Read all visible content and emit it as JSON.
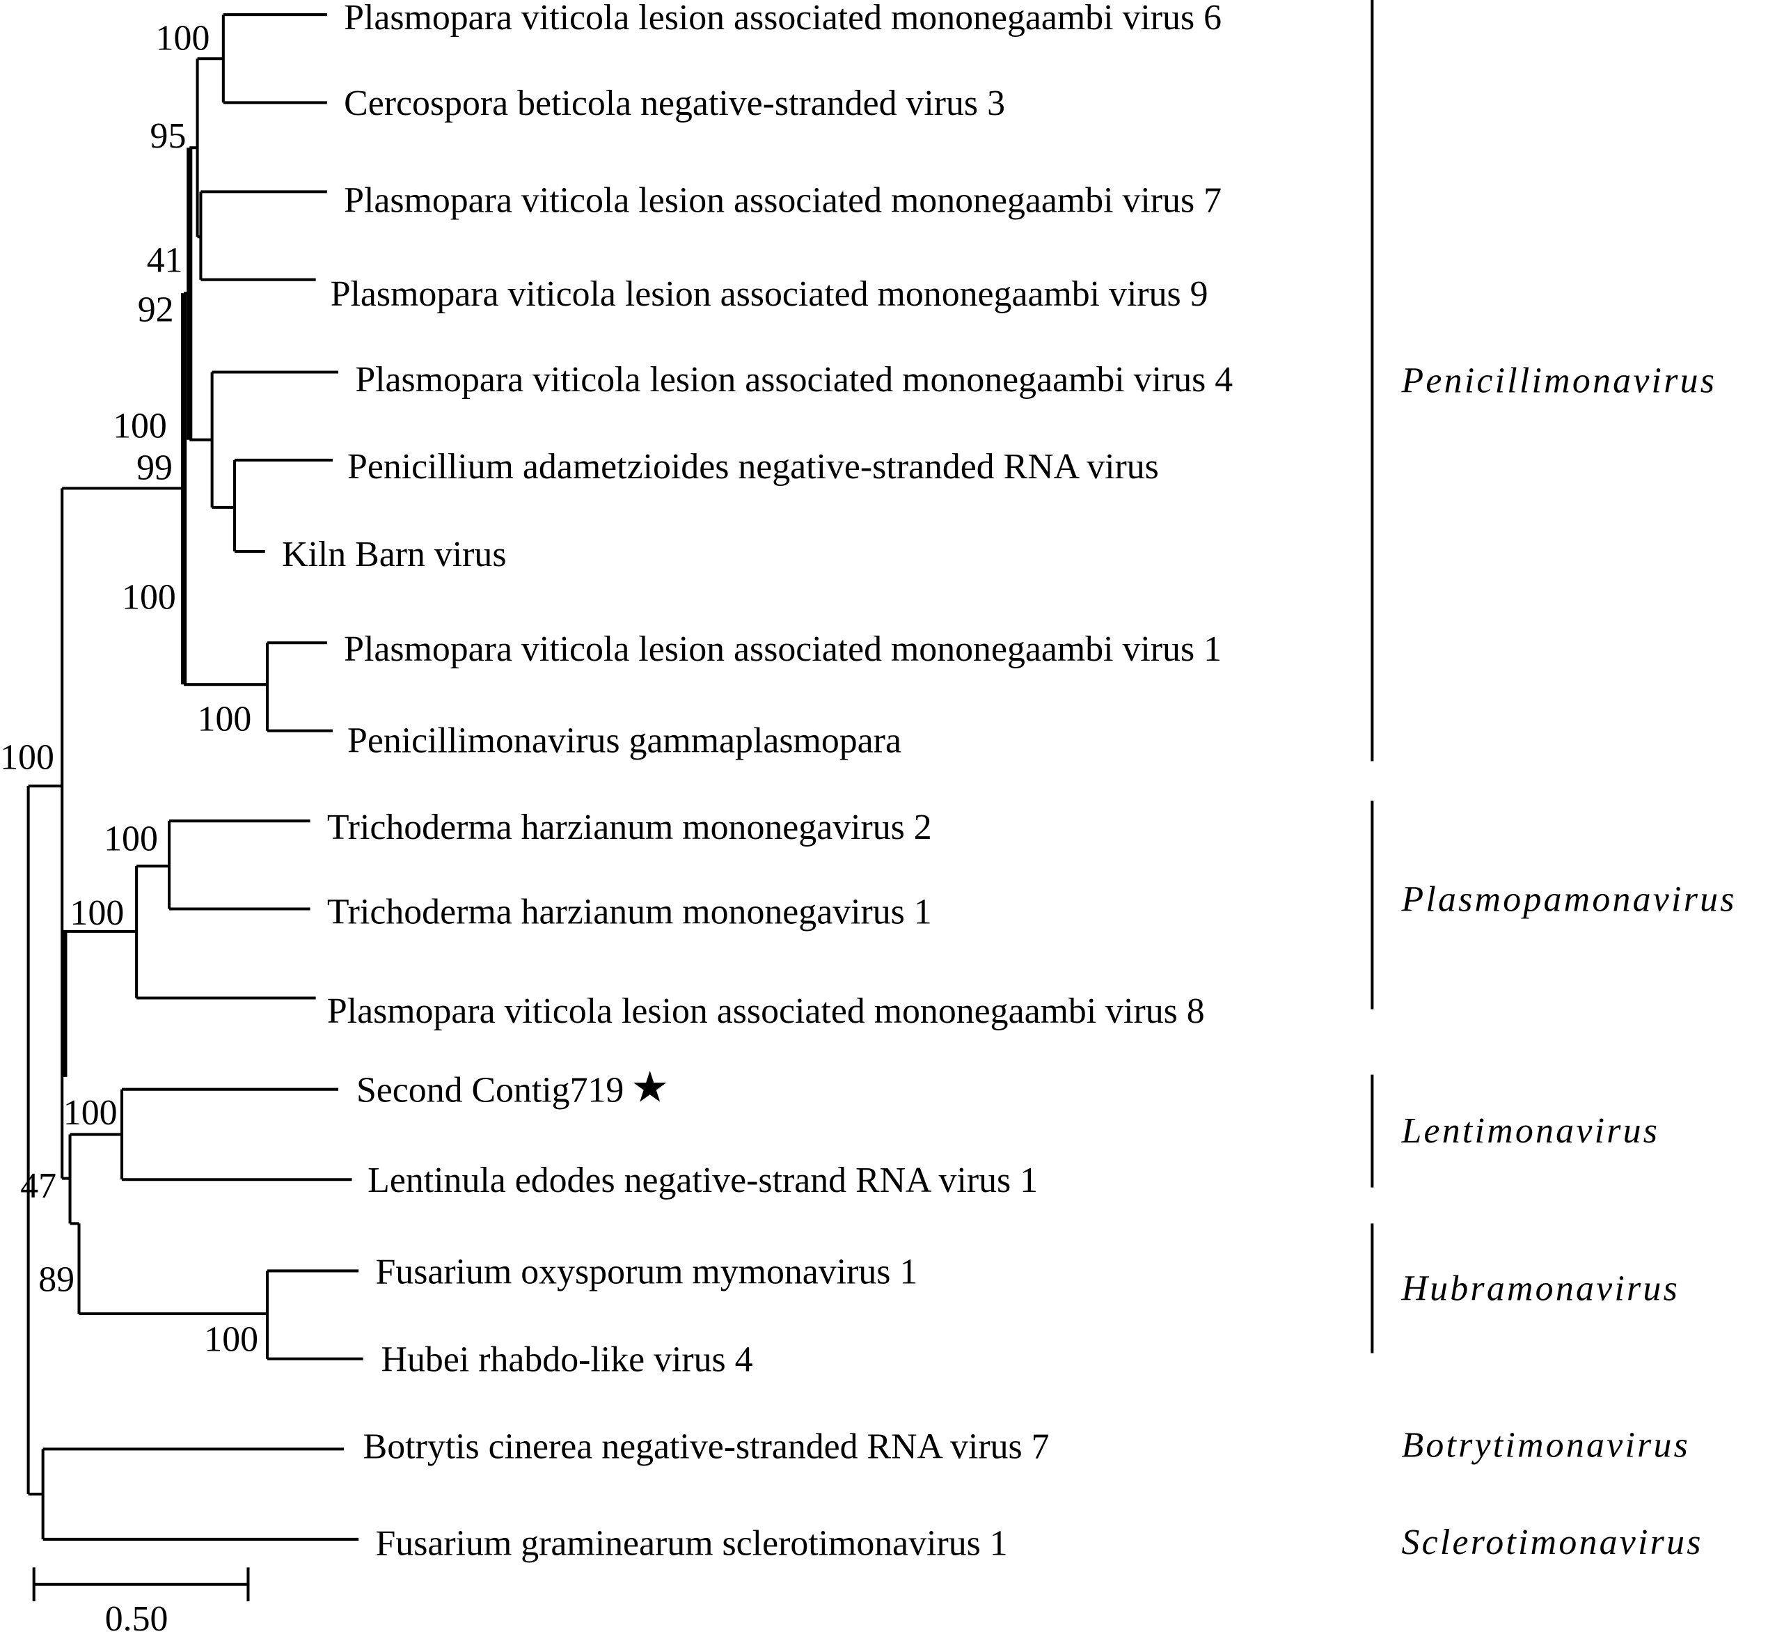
{
  "taxa": [
    "Plasmopara viticola lesion associated mononegaambi virus 6",
    "Cercospora beticola negative-stranded virus 3",
    "Plasmopara viticola lesion associated mononegaambi virus 7",
    "Plasmopara viticola lesion associated mononegaambi virus 9",
    "Plasmopara viticola lesion associated mononegaambi virus 4",
    "Penicillium adametzioides negative-stranded RNA virus",
    "Kiln Barn virus",
    "Plasmopara viticola lesion associated mononegaambi virus 1",
    "Penicillimonavirus gammaplasmopara",
    "Trichoderma harzianum mononegavirus 2",
    "Trichoderma harzianum mononegavirus 1",
    "Plasmopara viticola lesion associated mononegaambi virus 8",
    "Second Contig719",
    "Lentinula edodes negative-strand RNA virus 1",
    "Fusarium oxysporum mymonavirus 1",
    "Hubei rhabdo-like virus 4",
    "Botrytis cinerea negative-stranded RNA virus 7",
    "Fusarium graminearum sclerotimonavirus 1"
  ],
  "highlight_marker": "★",
  "bootstrap": [
    "100",
    "95",
    "41",
    "92",
    "100",
    "99",
    "100",
    "100",
    "100",
    "100",
    "100",
    "100",
    "47",
    "89",
    "100"
  ],
  "clades": [
    "Penicillimonavirus",
    "Plasmopamonavirus",
    "Lentimonavirus",
    "Hubramonavirus",
    "Botrytimonavirus",
    "Sclerotimonavirus"
  ],
  "scale_bar": {
    "label": "0.50"
  }
}
